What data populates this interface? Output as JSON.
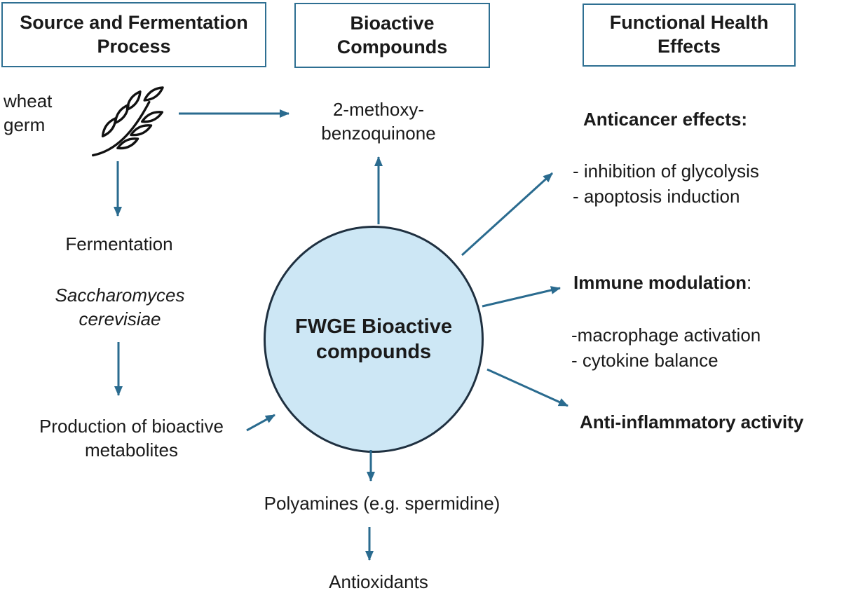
{
  "colors": {
    "arrow_accent": "#2a6b8f",
    "header_box_border": "#2e6f92",
    "circle_fill": "#cde7f5",
    "circle_border": "#1f3040",
    "text": "#1a1a1a"
  },
  "headers": {
    "source_process": "Source and Fermentation Process",
    "bioactive_compounds": "Bioactive Compounds",
    "health_effects": "Functional Health Effects"
  },
  "source_column": {
    "wheat_germ": "wheat germ",
    "wheat_icon": "wheat-sprig-icon",
    "fermentation": "Fermentation",
    "yeast_species": "Saccharomyces cerevisiae",
    "production": "Production of bioactive metabolites"
  },
  "compounds": {
    "circle_label": "FWGE Bioactive compounds",
    "methoxybenzoquinone": "2-methoxy-benzoquinone",
    "polyamines": "Polyamines (e.g. spermidine)",
    "antioxidants": "Antioxidants"
  },
  "effects": {
    "anticancer_title": "Anticancer effects:",
    "anticancer_items": [
      "- inhibition of glycolysis",
      "- apoptosis induction"
    ],
    "immune_title": "Immune modulation",
    "immune_colon": ":",
    "immune_items": [
      "-macrophage activation",
      "- cytokine balance"
    ],
    "anti_inflammatory": "Anti-inflammatory activity"
  }
}
